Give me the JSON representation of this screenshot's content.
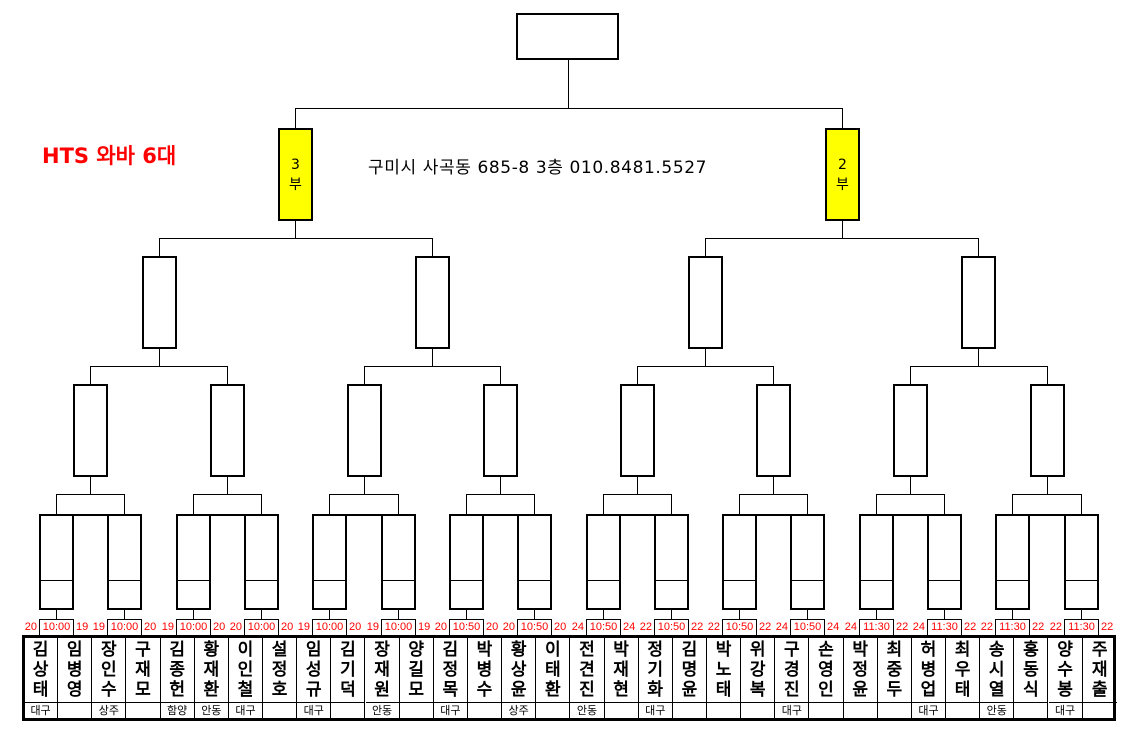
{
  "header": {
    "title": "HTS 와바 6대",
    "address": "구미시 사곡동 685-8 3층 010.8481.5527"
  },
  "divisions": [
    {
      "number": "3",
      "label": "부"
    },
    {
      "number": "2",
      "label": "부"
    }
  ],
  "colors": {
    "division_fill": "#ffff00",
    "accent": "#ff0000"
  },
  "matches": [
    {
      "left": "20",
      "time": "10:00",
      "right": "19"
    },
    {
      "left": "19",
      "time": "10:00",
      "right": "20"
    },
    {
      "left": "19",
      "time": "10:00",
      "right": "20"
    },
    {
      "left": "20",
      "time": "10:00",
      "right": "20"
    },
    {
      "left": "19",
      "time": "10:00",
      "right": "20"
    },
    {
      "left": "19",
      "time": "10:00",
      "right": "19"
    },
    {
      "left": "20",
      "time": "10:50",
      "right": "20"
    },
    {
      "left": "20",
      "time": "10:50",
      "right": "20"
    },
    {
      "left": "24",
      "time": "10:50",
      "right": "24"
    },
    {
      "left": "22",
      "time": "10:50",
      "right": "22"
    },
    {
      "left": "22",
      "time": "10:50",
      "right": "22"
    },
    {
      "left": "24",
      "time": "10:50",
      "right": "24"
    },
    {
      "left": "24",
      "time": "11:30",
      "right": "22"
    },
    {
      "left": "24",
      "time": "11:30",
      "right": "22"
    },
    {
      "left": "22",
      "time": "11:30",
      "right": "22"
    },
    {
      "left": "22",
      "time": "11:30",
      "right": "22"
    }
  ],
  "players": [
    {
      "name": "김상태",
      "city": "대구"
    },
    {
      "name": "임병영",
      "city": ""
    },
    {
      "name": "장인수",
      "city": "상주"
    },
    {
      "name": "구재모",
      "city": ""
    },
    {
      "name": "김종헌",
      "city": "함양"
    },
    {
      "name": "황재환",
      "city": "안동"
    },
    {
      "name": "이인철",
      "city": "대구"
    },
    {
      "name": "설정호",
      "city": ""
    },
    {
      "name": "임성규",
      "city": "대구"
    },
    {
      "name": "김기덕",
      "city": ""
    },
    {
      "name": "장재원",
      "city": "안동"
    },
    {
      "name": "양길모",
      "city": ""
    },
    {
      "name": "김정목",
      "city": "대구"
    },
    {
      "name": "박병수",
      "city": ""
    },
    {
      "name": "황상윤",
      "city": "상주"
    },
    {
      "name": "이태환",
      "city": ""
    },
    {
      "name": "전견진",
      "city": "안동"
    },
    {
      "name": "박재현",
      "city": ""
    },
    {
      "name": "정기화",
      "city": "대구"
    },
    {
      "name": "김명윤",
      "city": ""
    },
    {
      "name": "박노태",
      "city": ""
    },
    {
      "name": "위강복",
      "city": ""
    },
    {
      "name": "구경진",
      "city": "대구"
    },
    {
      "name": "손영인",
      "city": ""
    },
    {
      "name": "박정윤",
      "city": ""
    },
    {
      "name": "최중두",
      "city": ""
    },
    {
      "name": "허병업",
      "city": "대구"
    },
    {
      "name": "최우태",
      "city": ""
    },
    {
      "name": "송시열",
      "city": "안동"
    },
    {
      "name": "홍동식",
      "city": ""
    },
    {
      "name": "양수봉",
      "city": "대구"
    },
    {
      "name": "주재출",
      "city": ""
    }
  ]
}
